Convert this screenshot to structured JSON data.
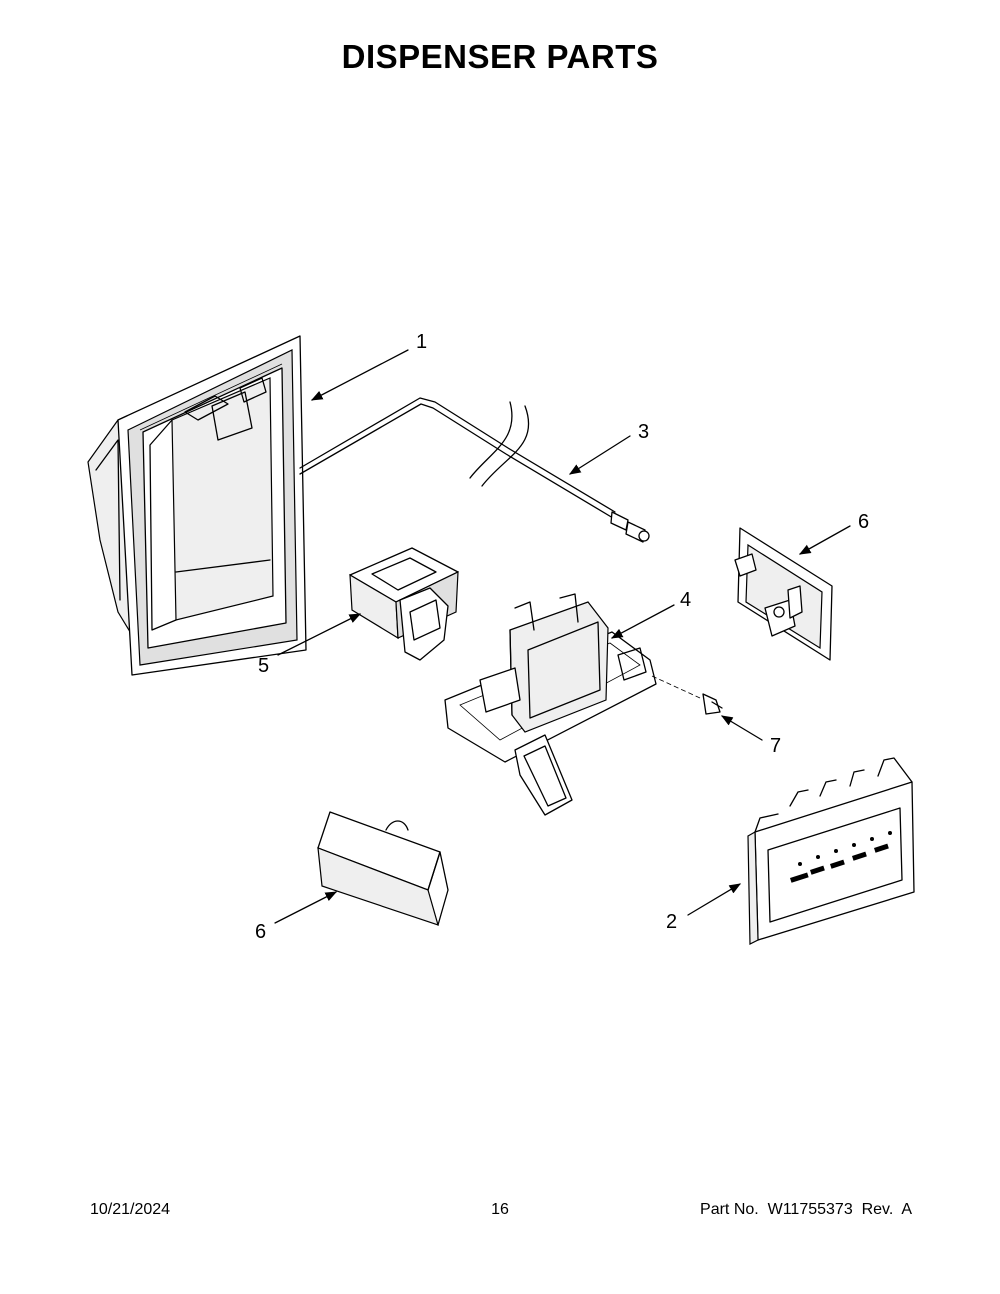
{
  "title": "DISPENSER PARTS",
  "callouts": [
    {
      "id": "callout-1",
      "label": "1"
    },
    {
      "id": "callout-2",
      "label": "2"
    },
    {
      "id": "callout-3",
      "label": "3"
    },
    {
      "id": "callout-4",
      "label": "4"
    },
    {
      "id": "callout-5",
      "label": "5"
    },
    {
      "id": "callout-6a",
      "label": "6"
    },
    {
      "id": "callout-6b",
      "label": "6"
    },
    {
      "id": "callout-7",
      "label": "7"
    }
  ],
  "footer": {
    "date": "10/21/2024",
    "page": "16",
    "part_no": "Part No.  W11755373  Rev.  A"
  }
}
